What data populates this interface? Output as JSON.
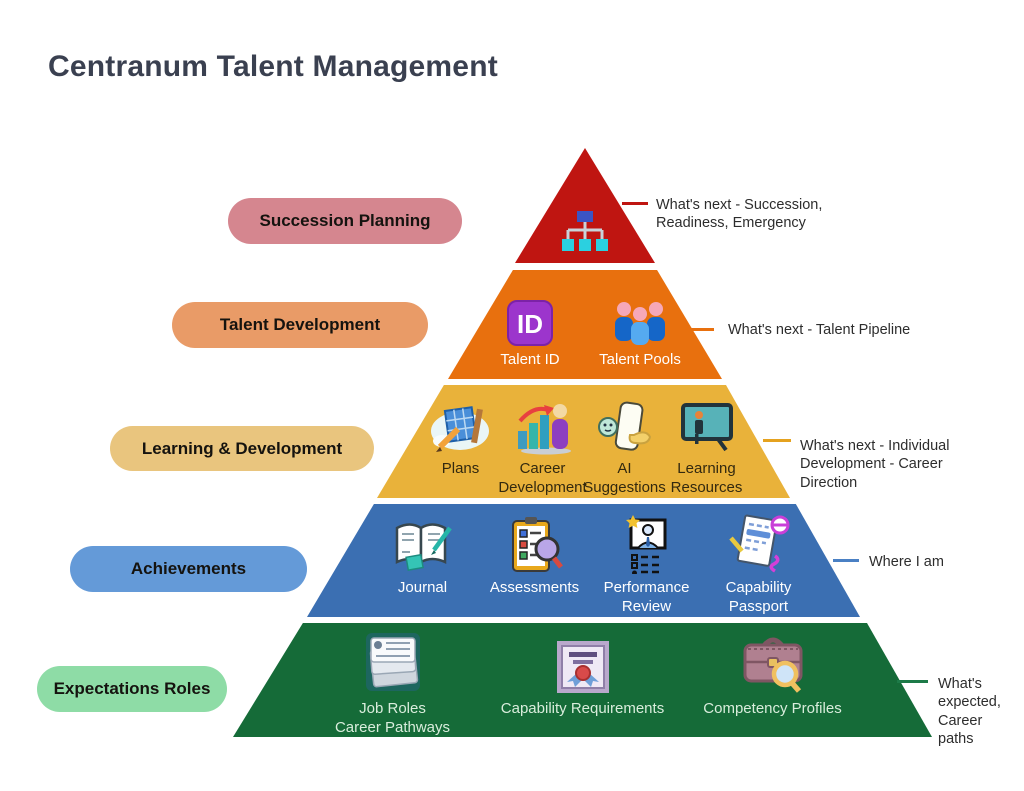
{
  "page": {
    "title": "Centranum Talent Management"
  },
  "pyramid": {
    "levels": [
      {
        "name": "succession-planning",
        "pill": {
          "label": "Succession Planning",
          "bg": "#d5868f"
        },
        "band_color": "#bf1511",
        "line_color": "#bf1511",
        "annotation": "What's next - Succession,\nReadiness, Emergency",
        "items": [
          {
            "label": "",
            "icon": "org-chart-icon"
          }
        ]
      },
      {
        "name": "talent-development",
        "pill": {
          "label": "Talent Development",
          "bg": "#e99b67"
        },
        "band_color": "#e8700e",
        "line_color": "#e8700e",
        "annotation": "What's next - Talent Pipeline",
        "items": [
          {
            "label": "Talent ID",
            "icon": "id-badge-icon"
          },
          {
            "label": "Talent Pools",
            "icon": "people-group-icon"
          }
        ]
      },
      {
        "name": "learning-and-development",
        "pill": {
          "label": "Learning & Development",
          "bg": "#e9c57e"
        },
        "band_color": "#e9b23a",
        "line_color": "#e5a21f",
        "annotation": "What's next - Individual\nDevelopment - Career\nDirection",
        "items": [
          {
            "label": "Plans",
            "icon": "blueprint-icon"
          },
          {
            "label": "Career\nDevelopment",
            "icon": "career-growth-icon"
          },
          {
            "label": "AI\nSuggestions",
            "icon": "ai-phone-icon"
          },
          {
            "label": "Learning\nResources",
            "icon": "presentation-icon"
          }
        ]
      },
      {
        "name": "achievements",
        "pill": {
          "label": "Achievements",
          "bg": "#649ad8"
        },
        "band_color": "#3b6fb2",
        "line_color": "#4a80c4",
        "annotation": "Where I am",
        "items": [
          {
            "label": "Journal",
            "icon": "journal-icon"
          },
          {
            "label": "Assessments",
            "icon": "assessment-icon"
          },
          {
            "label": "Performance\nReview",
            "icon": "performance-review-icon"
          },
          {
            "label": "Capability\nPassport",
            "icon": "capability-passport-icon"
          }
        ]
      },
      {
        "name": "expectations-roles",
        "pill": {
          "label": "Expectations Roles",
          "bg": "#8edca6"
        },
        "band_color": "#156b38",
        "line_color": "#1d7a48",
        "annotation": "What's\nexpected,\nCareer\npaths",
        "items": [
          {
            "label": "Job Roles\nCareer Pathways",
            "icon": "job-roles-icon"
          },
          {
            "label": "Capability Requirements",
            "icon": "certificate-icon"
          },
          {
            "label": "Competency Profiles",
            "icon": "briefcase-icon"
          }
        ]
      }
    ]
  }
}
